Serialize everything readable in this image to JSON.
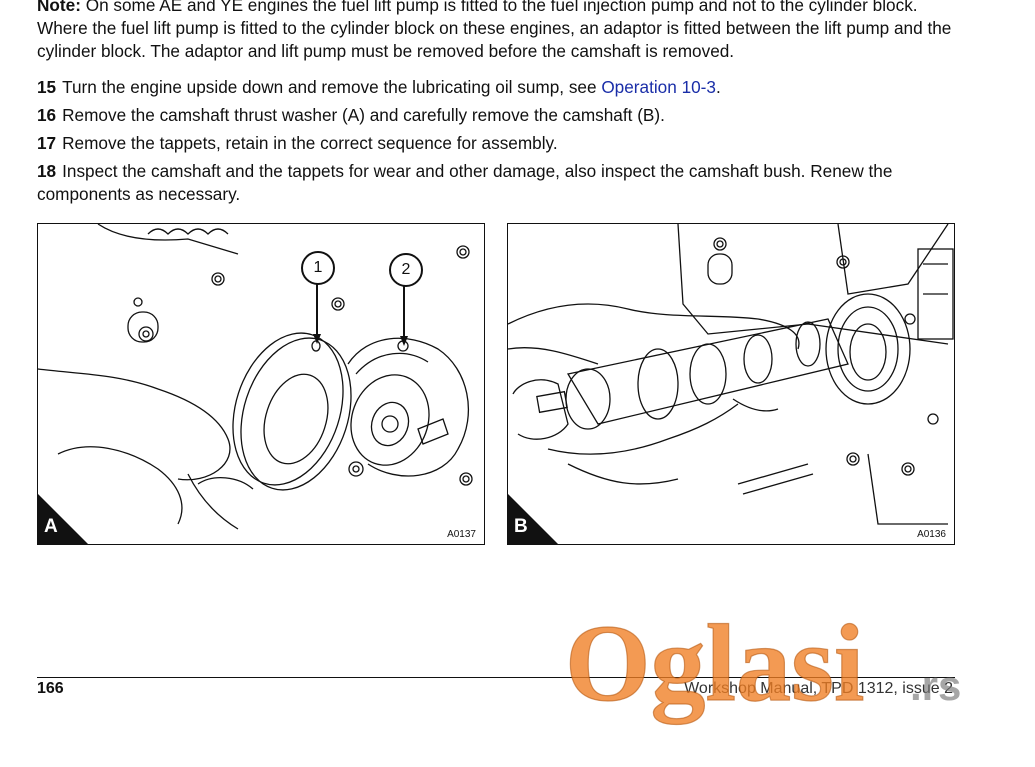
{
  "note": {
    "label": "Note:",
    "text": " On some AE and YE engines the fuel lift pump is fitted to the fuel injection pump and not to the cylinder block. Where the fuel lift pump is fitted to the cylinder block on these engines, an adaptor is fitted between the lift pump and the cylinder block. The adaptor and lift pump must be removed before the camshaft is removed."
  },
  "steps": [
    {
      "number": "15",
      "text": "Turn the engine upside down and remove the lubricating oil sump, see ",
      "link": "Operation 10-3",
      "suffix": "."
    },
    {
      "number": "16",
      "text": "Remove the camshaft thrust washer (A) and carefully remove the camshaft (B).",
      "link": "",
      "suffix": ""
    },
    {
      "number": "17",
      "text": "Remove the tappets, retain in the correct sequence for assembly.",
      "link": "",
      "suffix": ""
    },
    {
      "number": "18",
      "text": "Inspect the camshaft and the tappets for wear and other damage, also inspect the camshaft bush. Renew the components as necessary.",
      "link": "",
      "suffix": ""
    }
  ],
  "figures": [
    {
      "letter": "A",
      "code": "A0137",
      "callouts": [
        "1",
        "2"
      ]
    },
    {
      "letter": "B",
      "code": "A0136"
    }
  ],
  "footer": {
    "page_number": "166",
    "title": "Workshop Manual, TPD 1312, issue 2"
  },
  "watermark": {
    "brand": "Oglasi",
    "tld": ".rs",
    "color": "#f07d23"
  }
}
